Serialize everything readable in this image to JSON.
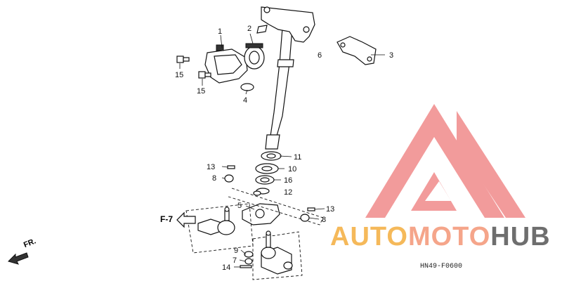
{
  "diagram": {
    "callouts": [
      {
        "label": "1",
        "name": "callout-1"
      },
      {
        "label": "2",
        "name": "callout-2"
      },
      {
        "label": "3",
        "name": "callout-3"
      },
      {
        "label": "4",
        "name": "callout-4"
      },
      {
        "label": "5",
        "name": "callout-5"
      },
      {
        "label": "6",
        "name": "callout-6"
      },
      {
        "label": "7",
        "name": "callout-7"
      },
      {
        "label": "8",
        "name": "callout-8-left"
      },
      {
        "label": "8",
        "name": "callout-8-right"
      },
      {
        "label": "9",
        "name": "callout-9"
      },
      {
        "label": "10",
        "name": "callout-10"
      },
      {
        "label": "11",
        "name": "callout-11"
      },
      {
        "label": "12",
        "name": "callout-12"
      },
      {
        "label": "13",
        "name": "callout-13-left"
      },
      {
        "label": "13",
        "name": "callout-13-right"
      },
      {
        "label": "14",
        "name": "callout-14"
      },
      {
        "label": "15",
        "name": "callout-15-top"
      },
      {
        "label": "15",
        "name": "callout-15-bottom"
      },
      {
        "label": "16",
        "name": "callout-16"
      }
    ],
    "reference": "F-7",
    "direction": "FR.",
    "diagram_code": "HN49-F0600"
  },
  "watermark": {
    "brand_parts": [
      "AUTO",
      "MOTO",
      "HUB"
    ],
    "colors": {
      "logo": "#f08a8a",
      "auto": "#f5b95a",
      "moto": "#f5a58a",
      "hub": "#6e6e6e"
    }
  }
}
